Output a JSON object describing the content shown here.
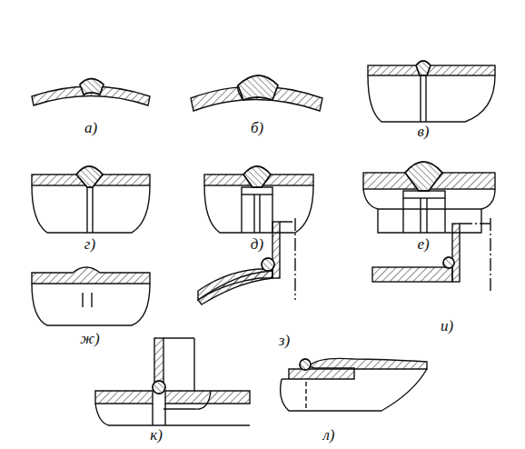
{
  "diagram": {
    "labels": [
      "а)",
      "б)",
      "в)",
      "г)",
      "д)",
      "е)",
      "ж)",
      "з)",
      "и)",
      "к)",
      "л)"
    ]
  }
}
